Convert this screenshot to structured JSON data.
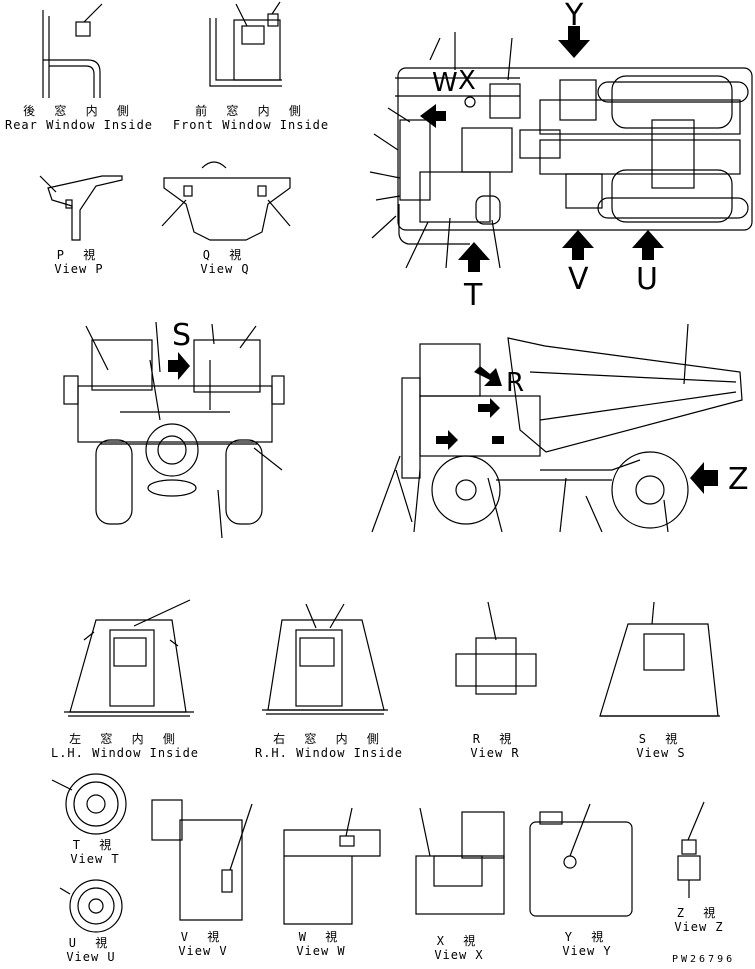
{
  "views": {
    "rear_window": {
      "jp": "後 窓 内 側",
      "en": "Rear Window Inside"
    },
    "front_window": {
      "jp": "前 窓 内 側",
      "en": "Front Window Inside"
    },
    "view_p": {
      "jp": "P 視",
      "en": "View P"
    },
    "view_q": {
      "jp": "Q 視",
      "en": "View Q"
    },
    "lh_window": {
      "jp": "左 窓 内 側",
      "en": "L.H. Window Inside"
    },
    "rh_window": {
      "jp": "右 窓 内 側",
      "en": "R.H. Window Inside"
    },
    "view_r": {
      "jp": "R 視",
      "en": "View R"
    },
    "view_s": {
      "jp": "S 視",
      "en": "View S"
    },
    "view_t": {
      "jp": "T 視",
      "en": "View T"
    },
    "view_u": {
      "jp": "U 視",
      "en": "View U"
    },
    "view_v": {
      "jp": "V 視",
      "en": "View V"
    },
    "view_w": {
      "jp": "W 視",
      "en": "View W"
    },
    "view_x": {
      "jp": "X 視",
      "en": "View X"
    },
    "view_y": {
      "jp": "Y 視",
      "en": "View Y"
    },
    "view_z": {
      "jp": "Z 視",
      "en": "View Z"
    }
  },
  "arrow_letters": {
    "y": "Y",
    "t": "T",
    "v": "V",
    "u": "U",
    "s": "S",
    "z": "Z",
    "w": "W",
    "x": "X",
    "r": "R"
  },
  "drawing_code": "PW26796"
}
